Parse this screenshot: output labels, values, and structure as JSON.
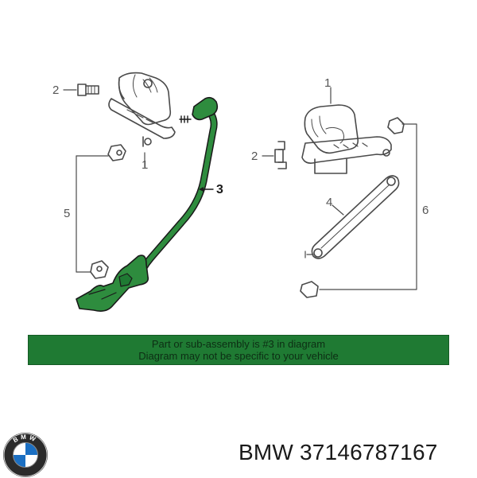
{
  "callouts": {
    "left_bolt": "2",
    "left_sensor": "1",
    "left_bracket": "5",
    "rod_assembly": "3",
    "right_sensor": "1",
    "right_bolt": "2",
    "right_link": "4",
    "right_bracket": "6"
  },
  "banner": {
    "line1": "Part or sub-assembly is #3 in diagram",
    "line2": "Diagram may not be specific to your vehicle",
    "background": "#1f7a33"
  },
  "footer": {
    "brand": "BMW",
    "part_number": "37146787167",
    "text": "BMW 37146787167",
    "logo_letters": "BMW"
  },
  "colors": {
    "line_art": "#4a4a4a",
    "highlight": "#1f7a33"
  }
}
